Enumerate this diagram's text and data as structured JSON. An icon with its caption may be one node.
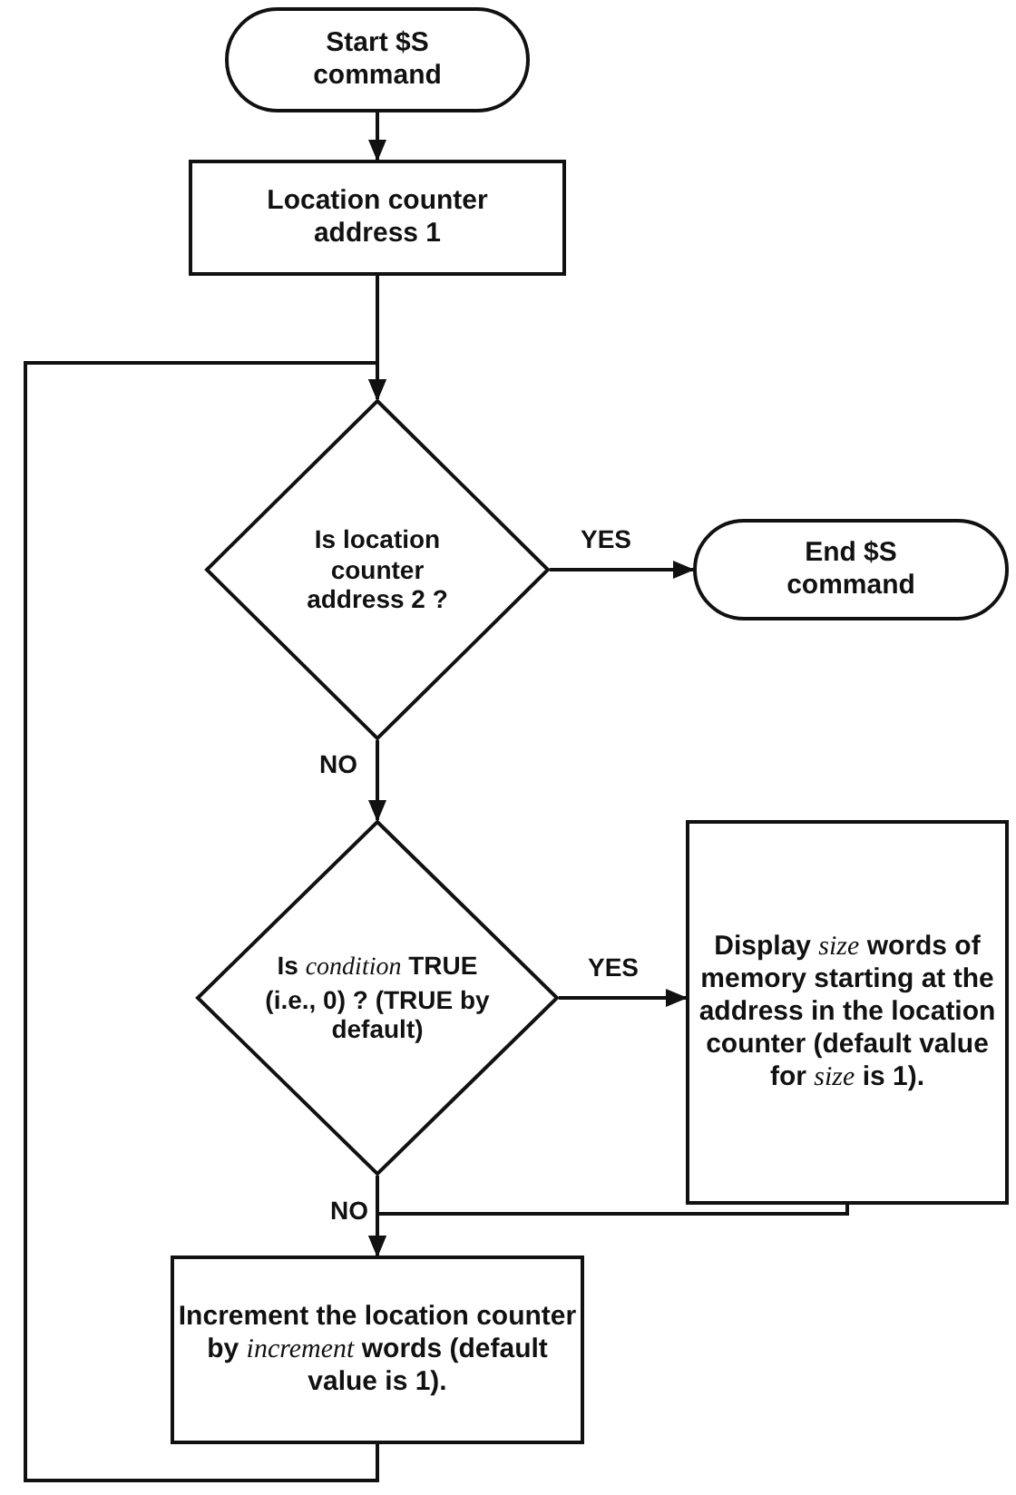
{
  "diagram": {
    "nodes": [
      {
        "text": [
          "Start $S command"
        ]
      },
      {
        "text": [
          "Location counter address 1"
        ]
      },
      {
        "text": [
          "Is location counter address 2 ?"
        ]
      },
      {
        "text": [
          "End $S command"
        ]
      },
      {
        "text": [
          "Is *condition* TRUE (i.e., 0) ? (TRUE by default)"
        ]
      },
      {
        "text": [
          "Display *size* words of memory starting at the address in the location counter (default value for *size* is 1)."
        ]
      },
      {
        "text": [
          "Increment the location counter by *increment* words (default value is 1)."
        ]
      }
    ],
    "edges": [
      {
        "from": 0,
        "to": 1,
        "arrow": "to"
      },
      {
        "from": 1,
        "to": 2,
        "arrow": "to"
      },
      {
        "from": 2,
        "to": 3,
        "arrow": "to",
        "label": "YES"
      },
      {
        "from": 2,
        "to": 4,
        "arrow": "to",
        "label": "NO"
      },
      {
        "from": 4,
        "to": 5,
        "arrow": "to",
        "label": "YES"
      },
      {
        "from": 4,
        "to": 6,
        "arrow": "to",
        "label": "NO"
      },
      {
        "from": 5,
        "to": 6,
        "arrow": "to"
      },
      {
        "from": 6,
        "to": 2,
        "arrow": "to"
      }
    ]
  }
}
